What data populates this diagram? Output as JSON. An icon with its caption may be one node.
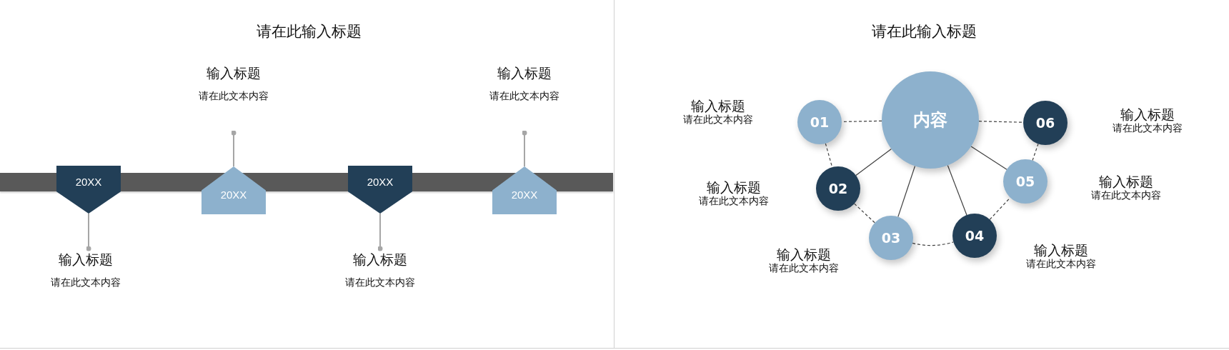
{
  "diagram": {
    "nodes": [
      {
        "text": [
          "请在此输入标题"
        ]
      },
      {
        "text": [],
        "shape": "bar",
        "in": 0
      },
      {
        "text": [
          "20XX"
        ],
        "in": 0
      },
      {
        "text": [
          "输入标题",
          "请在此文本内容"
        ],
        "in": 0
      },
      {
        "text": [
          "20XX"
        ],
        "in": 0
      },
      {
        "text": [
          "输入标题",
          "请在此文本内容"
        ],
        "in": 0
      },
      {
        "text": [
          "20XX"
        ],
        "in": 0
      },
      {
        "text": [
          "输入标题",
          "请在此文本内容"
        ],
        "in": 0
      },
      {
        "text": [
          "20XX"
        ],
        "in": 0
      },
      {
        "text": [
          "输入标题",
          "请在此文本内容"
        ],
        "in": 0
      },
      {
        "text": [
          "请在此输入标题"
        ]
      },
      {
        "text": [
          "内容"
        ],
        "in": 10
      },
      {
        "text": [
          "01"
        ],
        "in": 10,
        "beside": [
          "输入标题",
          "请在此文本内容"
        ]
      },
      {
        "text": [
          "02"
        ],
        "in": 10,
        "beside": [
          "输入标题",
          "请在此文本内容"
        ]
      },
      {
        "text": [
          "03"
        ],
        "in": 10,
        "beside": [
          "输入标题",
          "请在此文本内容"
        ]
      },
      {
        "text": [
          "04"
        ],
        "in": 10,
        "beside": [
          "输入标题",
          "请在此文本内容"
        ]
      },
      {
        "text": [
          "05"
        ],
        "in": 10,
        "beside": [
          "输入标题",
          "请在此文本内容"
        ]
      },
      {
        "text": [
          "06"
        ],
        "in": 10,
        "beside": [
          "输入标题",
          "请在此文本内容"
        ]
      }
    ],
    "edges": [
      {
        "from": 2,
        "to": 3,
        "arrow": "other",
        "color": "#a6a6a6"
      },
      {
        "from": 4,
        "to": 5,
        "arrow": "other",
        "color": "#a6a6a6"
      },
      {
        "from": 6,
        "to": 7,
        "arrow": "other",
        "color": "#a6a6a6"
      },
      {
        "from": 8,
        "to": 9,
        "arrow": "other",
        "color": "#a6a6a6"
      },
      {
        "from": 11,
        "to": 12,
        "arrow": "none",
        "style": "dashed"
      },
      {
        "from": 11,
        "to": 13,
        "arrow": "none"
      },
      {
        "from": 11,
        "to": 14,
        "arrow": "none"
      },
      {
        "from": 11,
        "to": 15,
        "arrow": "none"
      },
      {
        "from": 11,
        "to": 16,
        "arrow": "none"
      },
      {
        "from": 11,
        "to": 17,
        "arrow": "none",
        "style": "dashed"
      },
      {
        "from": 12,
        "to": 13,
        "arrow": "none",
        "style": "dashed"
      },
      {
        "from": 13,
        "to": 14,
        "arrow": "none",
        "style": "dashed"
      },
      {
        "from": 14,
        "to": 15,
        "arrow": "none",
        "style": "dashed"
      },
      {
        "from": 15,
        "to": 16,
        "arrow": "none",
        "style": "dashed"
      },
      {
        "from": 16,
        "to": 17,
        "arrow": "none",
        "style": "dashed"
      }
    ]
  }
}
